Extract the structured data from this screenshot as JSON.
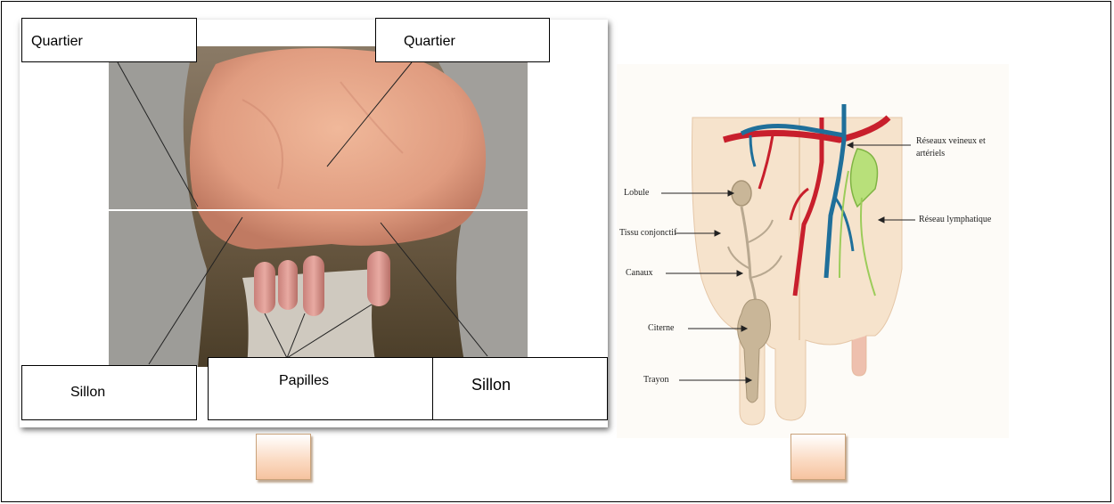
{
  "photo_labels": {
    "quartier_left": "Quartier",
    "quartier_right": "Quartier",
    "sillon_left": "Sillon",
    "papilles": "Papilles",
    "sillon_right": "Sillon"
  },
  "diagram_labels": {
    "lobule": "Lobule",
    "tissu": "Tissu conjonctif",
    "canaux": "Canaux",
    "citerne": "Citerne",
    "trayon": "Trayon",
    "reseaux_line1": "Réseaux veineux et",
    "reseaux_line2": "artériels",
    "lymph": "Réseau lymphatique"
  },
  "answer_boxes": {
    "left": "",
    "right": ""
  },
  "colors": {
    "artery": "#c81f2c",
    "vein": "#1f6f9a",
    "lymph": "#9ccc5a",
    "tissue": "#f6e3cc",
    "duct": "#b8a890"
  }
}
